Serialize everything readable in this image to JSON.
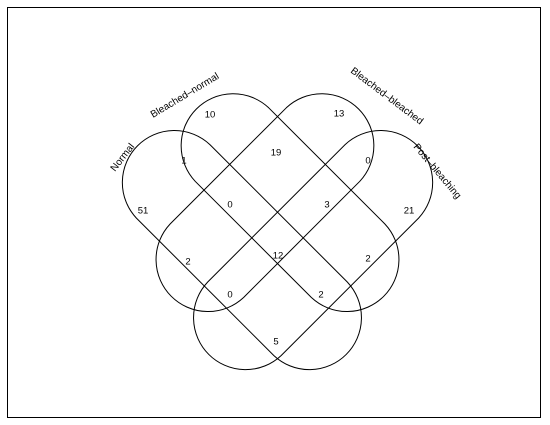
{
  "sets": [
    {
      "id": "normal",
      "label": "Normal"
    },
    {
      "id": "bleached-normal",
      "label": "Bleached–normal"
    },
    {
      "id": "bleached-bleached",
      "label": "Bleached–bleached"
    },
    {
      "id": "post-bleaching",
      "label": "Post–bleaching"
    }
  ],
  "regions": [
    {
      "id": "normal-only",
      "value": "51"
    },
    {
      "id": "bleached-normal-only",
      "value": "10"
    },
    {
      "id": "bleached-bleached-only",
      "value": "13"
    },
    {
      "id": "post-bleaching-only",
      "value": "21"
    },
    {
      "id": "normal-and-bleached-normal",
      "value": "1"
    },
    {
      "id": "bleached-normal-and-bleached-bleached",
      "value": "19"
    },
    {
      "id": "bleached-bleached-and-post-bleaching",
      "value": "0"
    },
    {
      "id": "normal-bleached-normal-bleached-bleached",
      "value": "0"
    },
    {
      "id": "bleached-normal-bleached-bleached-post-bleaching",
      "value": "3"
    },
    {
      "id": "normal-and-bleached-bleached",
      "value": "2"
    },
    {
      "id": "all-four",
      "value": "12"
    },
    {
      "id": "bleached-normal-and-post-bleaching",
      "value": "2"
    },
    {
      "id": "normal-bleached-bleached-post-bleaching",
      "value": "0"
    },
    {
      "id": "normal-bleached-normal-post-bleaching",
      "value": "2"
    },
    {
      "id": "normal-and-post-bleaching",
      "value": "5"
    }
  ]
}
